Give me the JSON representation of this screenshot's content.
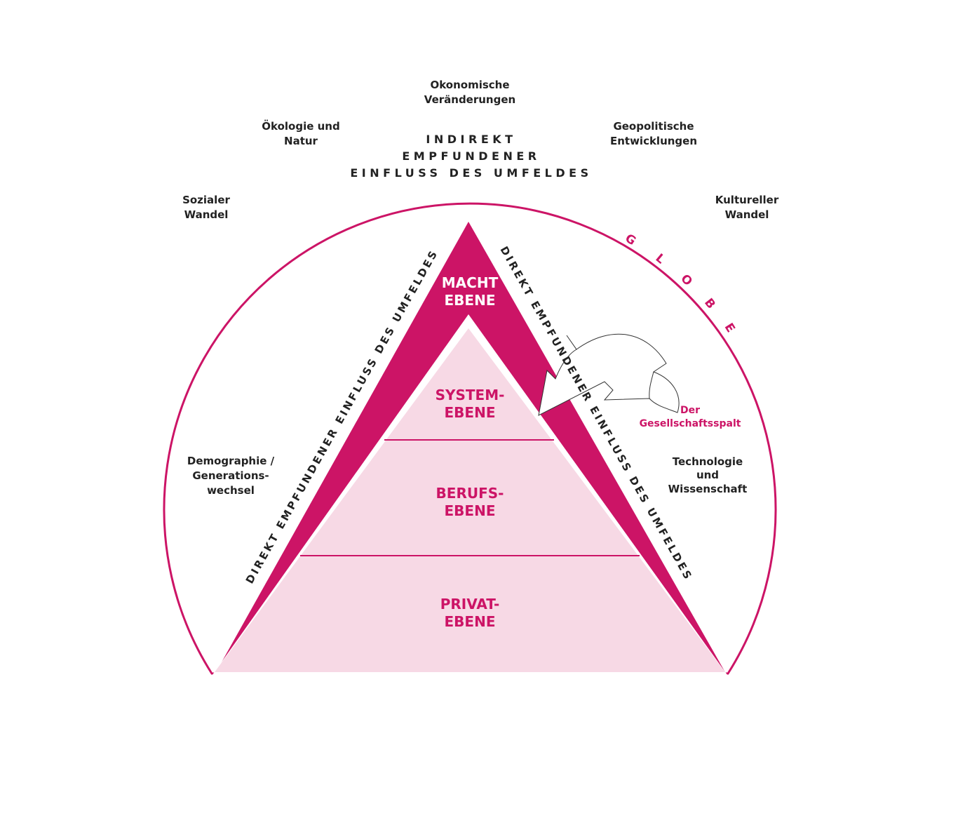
{
  "diagram": {
    "colors": {
      "accent": "#cc1466",
      "pyramid_fill": "#f7d9e5",
      "text_dark": "#222222",
      "white": "#ffffff"
    },
    "indirect_label": [
      "INDIREKT",
      "EMPFUNDENER",
      "EINFLUSS DES UMFELDES"
    ],
    "direct_label": "DIREKT EMPFUNDENER EINFLUSS DES UMFELDES",
    "globe_label": [
      "G",
      "L",
      "O",
      "B",
      "E"
    ],
    "external_factors": {
      "economy": [
        "Okonomische",
        "Veränderungen"
      ],
      "ecology": [
        "Ökologie und",
        "Natur"
      ],
      "geopolitics": [
        "Geopolitische",
        "Entwicklungen"
      ],
      "social": [
        "Sozialer",
        "Wandel"
      ],
      "culture": [
        "Kultureller",
        "Wandel"
      ],
      "demography": [
        "Demographie /",
        "Generations-",
        "wechsel"
      ],
      "technology": [
        "Technologie",
        "und",
        "Wissenschaft"
      ]
    },
    "levels": {
      "macht": [
        "MACHT",
        "EBENE"
      ],
      "system": [
        "SYSTEM-",
        "EBENE"
      ],
      "berufs": [
        "BERUFS-",
        "EBENE"
      ],
      "privat": [
        "PRIVAT-",
        "EBENE"
      ]
    },
    "gap_label": [
      "Der",
      "Gesellschaftsspalt"
    ]
  }
}
